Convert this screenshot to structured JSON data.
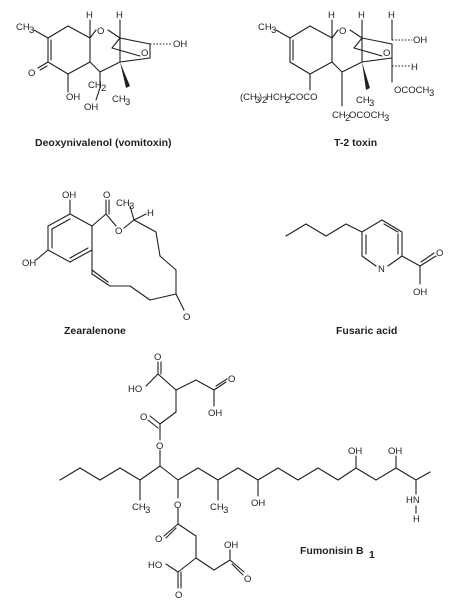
{
  "colors": {
    "ink": "#231f20",
    "background": "#ffffff"
  },
  "captions": {
    "don": "Deoxynivalenol (vomitoxin)",
    "t2": "T-2 toxin",
    "zea": "Zearalenone",
    "fusaric": "Fusaric acid",
    "fumonisin": "Fumonisin B"
  },
  "fumonisin_subscript": "1",
  "labels": {
    "don": {
      "ch3_left": "CH",
      "sub3_a": "3",
      "h1": "H",
      "o_ring": "O",
      "h2": "H",
      "oh_right": "OH",
      "o_epox": "O",
      "o_ketone": "O",
      "oh_low": "OH",
      "ch2": "CH",
      "sub2": "2",
      "oh_ch2": "OH",
      "ch3_low": "CH",
      "sub3_b": "3"
    },
    "t2": {
      "ch3_left": "CH",
      "sub3_a": "3",
      "h1": "H",
      "o_ring": "O",
      "h2": "H",
      "h3": "H",
      "oh_right": "OH",
      "o_epox": "O",
      "h4": "H",
      "ococh3": "OCOCH",
      "sub3_c": "3",
      "ester": "(CH",
      "ester_sub": "3",
      "ester_rest": ")",
      "ester_sub2": "2",
      "ester_tail": "HCH",
      "ester_sub3": "2",
      "ester_end": "COCO",
      "ch3_low": "CH",
      "sub3_b": "3",
      "ch2ococh3": "CH",
      "sub2": "2",
      "ch2_rest": "OCOCH",
      "sub3_d": "3"
    },
    "zea": {
      "oh_top": "OH",
      "o_carbonyl": "O",
      "ch3": "CH",
      "sub3": "3",
      "h": "H",
      "o_ring": "O",
      "oh_left": "OH",
      "o_ketone": "O"
    },
    "fusaric": {
      "n": "N",
      "o": "O",
      "oh": "OH"
    },
    "fumonisin": {
      "o_top": "O",
      "ho_top": "HO",
      "o_r1": "O",
      "oh_r1": "OH",
      "o_link1": "O",
      "o_ester1": "O",
      "ch3_a": "CH",
      "sub3_a": "3",
      "ch3_b": "CH",
      "sub3_b": "3",
      "oh_mid": "OH",
      "oh_r2": "OH",
      "oh_r3": "OH",
      "hn": "HN",
      "h_n": "H",
      "o_ester2": "O",
      "o_link2": "O",
      "oh_bot": "OH",
      "ho_bot": "HO",
      "o_bot1": "O",
      "o_bot2": "O"
    }
  }
}
